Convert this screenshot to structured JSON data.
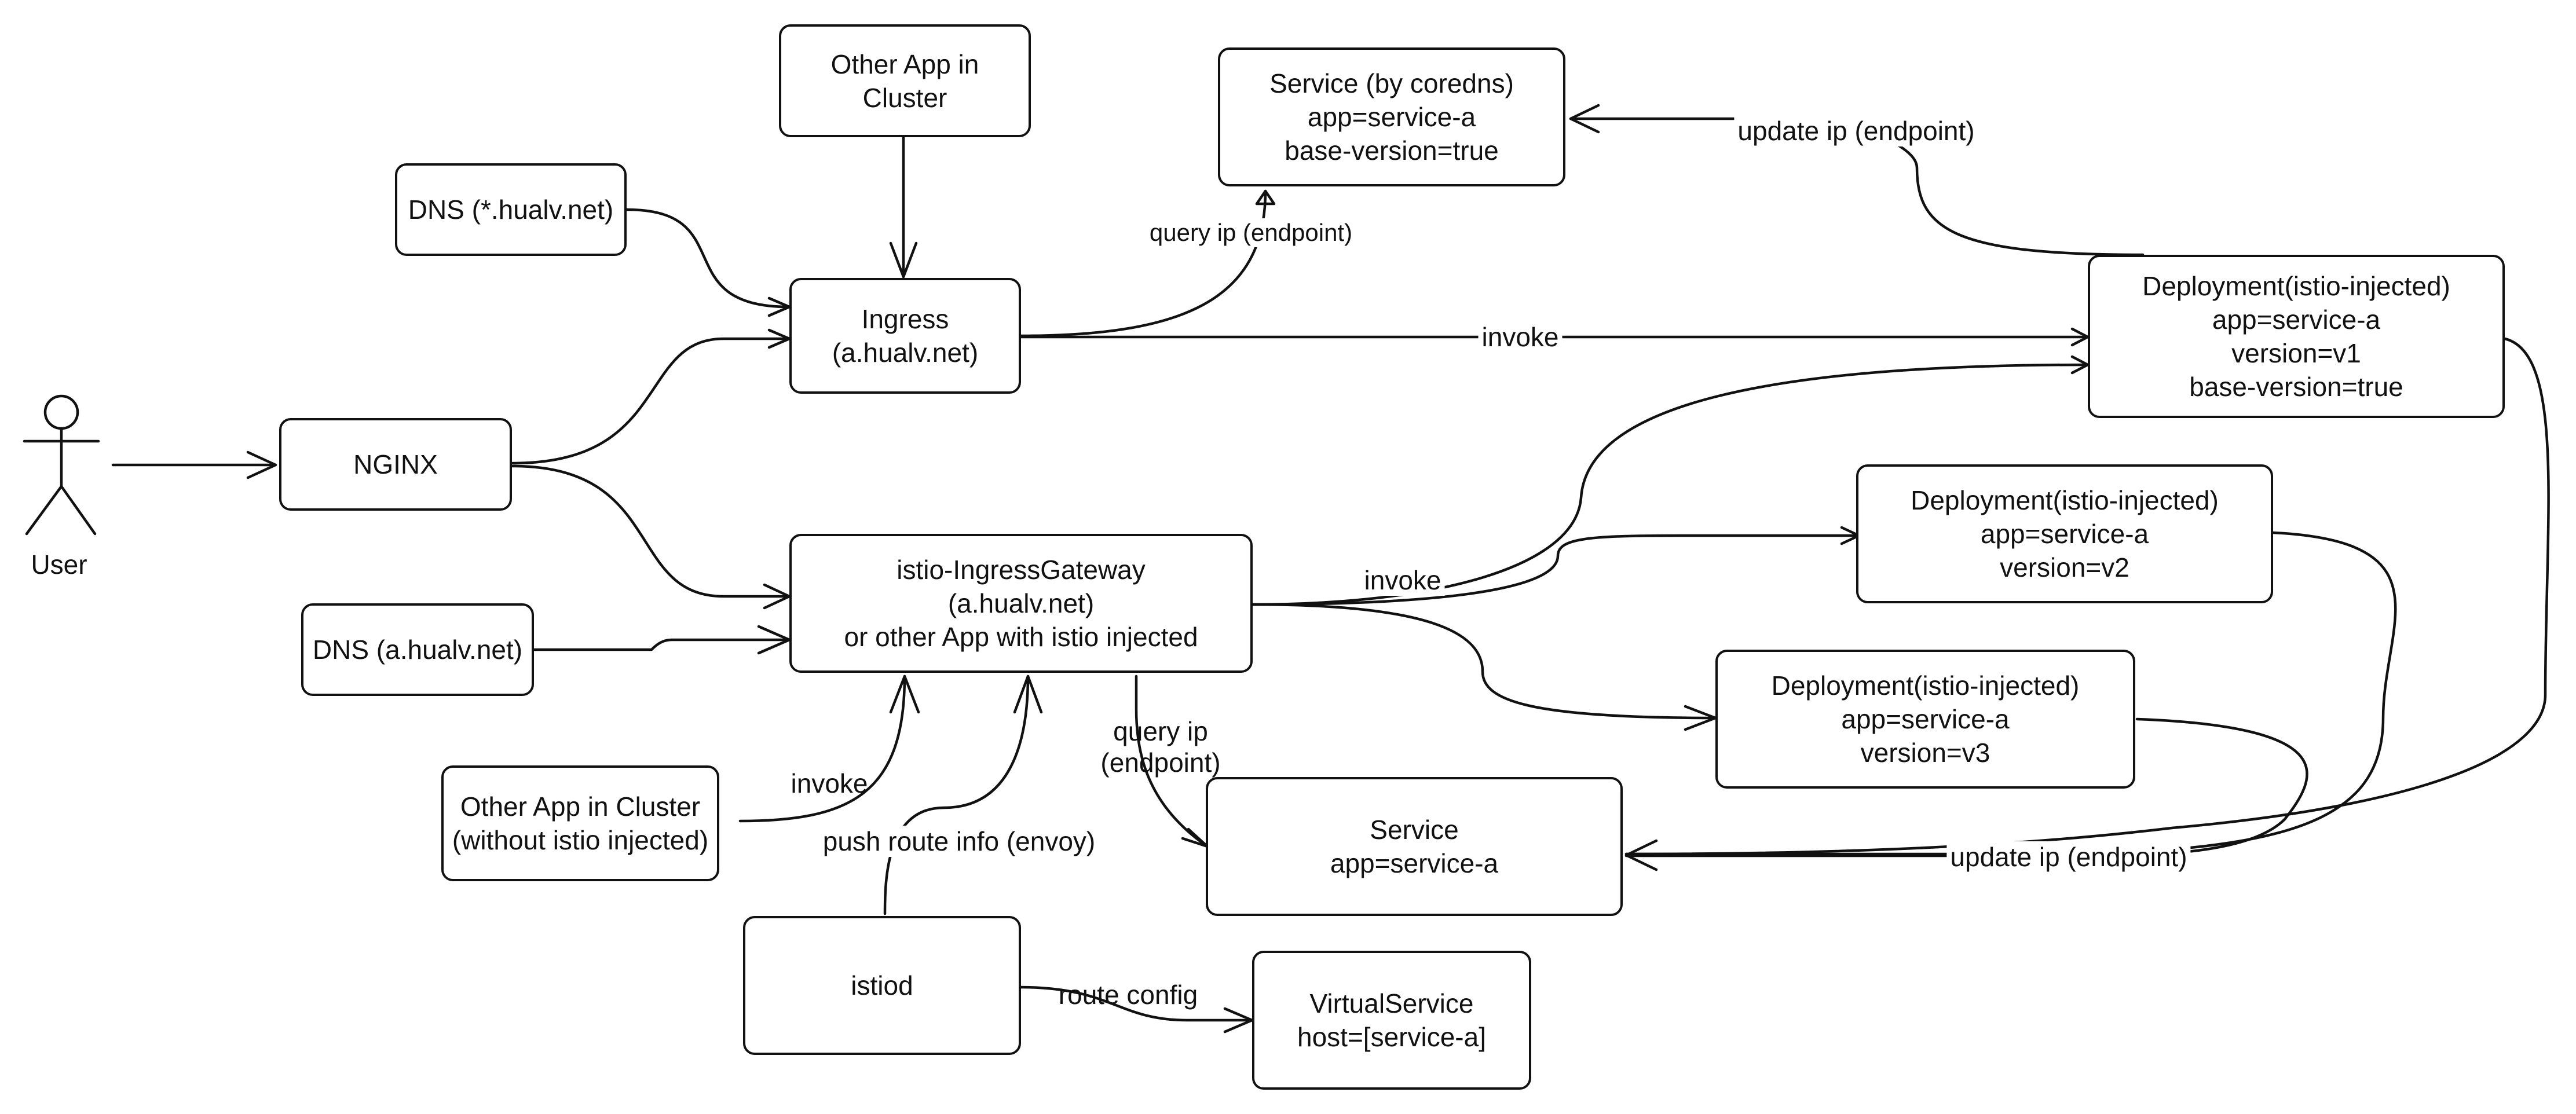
{
  "actor": {
    "label": "User",
    "icon": "stick-figure-icon"
  },
  "nodes": {
    "nginx": [
      "NGINX"
    ],
    "dns_wildcard": [
      "DNS (*.hualv.net)"
    ],
    "other_app_top": [
      "Other App in",
      "Cluster"
    ],
    "ingress": [
      "Ingress",
      "(a.hualv.net)"
    ],
    "service_coredns": [
      "Service (by coredns)",
      "app=service-a",
      "base-version=true"
    ],
    "deployment_v1": [
      "Deployment(istio-injected)",
      "app=service-a",
      "version=v1",
      "base-version=true"
    ],
    "deployment_v2": [
      "Deployment(istio-injected)",
      "app=service-a",
      "version=v2"
    ],
    "deployment_v3": [
      "Deployment(istio-injected)",
      "app=service-a",
      "version=v3"
    ],
    "istio_gateway": [
      "istio-IngressGateway",
      "(a.hualv.net)",
      "or other App with istio injected"
    ],
    "dns_a": [
      "DNS (a.hualv.net)"
    ],
    "other_app_bottom": [
      "Other App in Cluster",
      "(without istio injected)"
    ],
    "service_a": [
      "Service",
      "app=service-a"
    ],
    "istiod": [
      "istiod"
    ],
    "virtual_service": [
      "VirtualService",
      "host=[service-a]"
    ]
  },
  "edge_labels": {
    "query_ip_top": "query ip (endpoint)",
    "invoke_top": "invoke",
    "update_ip_top": "update ip (endpoint)",
    "invoke_mid": "invoke",
    "query_ip_bottom": [
      "query ip",
      "(endpoint)"
    ],
    "invoke_bottom": "invoke",
    "push_route": "push route info (envoy)",
    "update_ip_bottom": "update ip (endpoint)",
    "route_config": "route config"
  }
}
